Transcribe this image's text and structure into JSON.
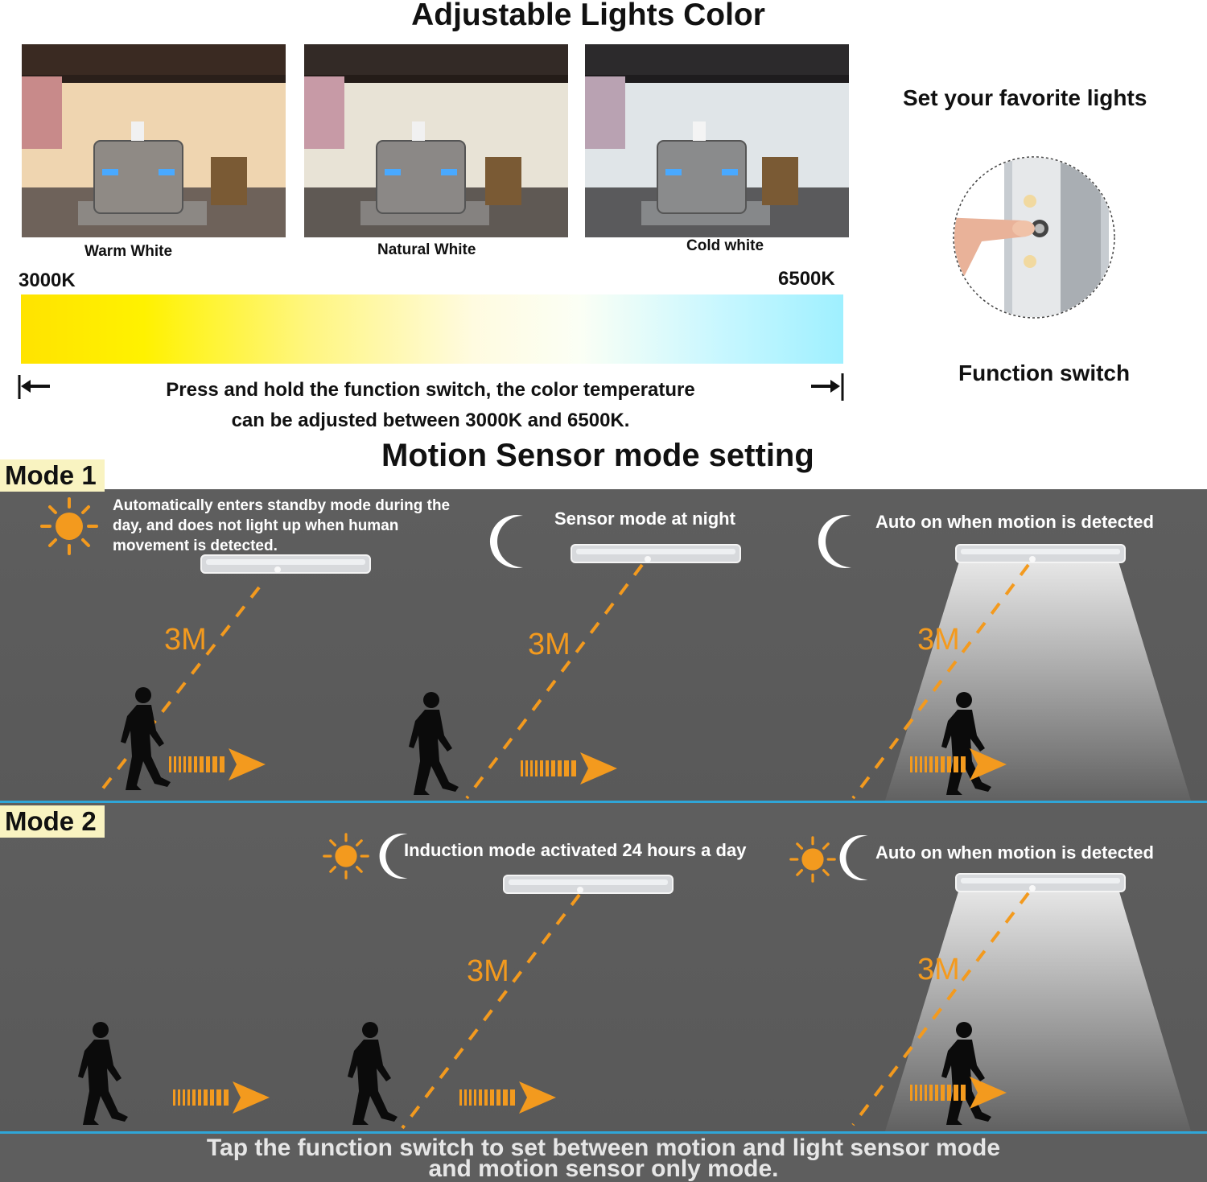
{
  "header": {
    "title": "Adjustable Lights Color"
  },
  "photos": [
    {
      "label": "Warm White"
    },
    {
      "label": "Natural White"
    },
    {
      "label": "Cold white"
    }
  ],
  "scale": {
    "min_label": "3000K",
    "max_label": "6500K",
    "warm_color": "#ffee00",
    "cold_color": "#9ff0ff"
  },
  "instruction": {
    "line1": "Press and hold the function switch, the color temperature",
    "line2": "can be adjusted between 3000K and 6500K."
  },
  "side": {
    "heading": "Set your favorite lights",
    "switch_label": "Function switch"
  },
  "motion": {
    "title": "Motion Sensor mode setting",
    "mode1": {
      "label": "Mode 1",
      "day_text": "Automatically enters standby mode during the day, and does not light up when human movement is detected.",
      "night_text": "Sensor mode at night",
      "auto_text": "Auto on when motion is detected",
      "distance": "3M"
    },
    "mode2": {
      "label": "Mode 2",
      "induction_text": "Induction mode activated 24 hours a day",
      "auto_text": "Auto on when motion is detected",
      "distance": "3M"
    },
    "footer_line1": "Tap the function switch to set between motion and light sensor mode",
    "footer_line2": "and motion sensor only mode."
  },
  "colors": {
    "accent": "#f39a1e",
    "panel": "#5c5c5c",
    "divider": "#2fa6d8",
    "mode_label_bg": "#f9f3c1"
  }
}
